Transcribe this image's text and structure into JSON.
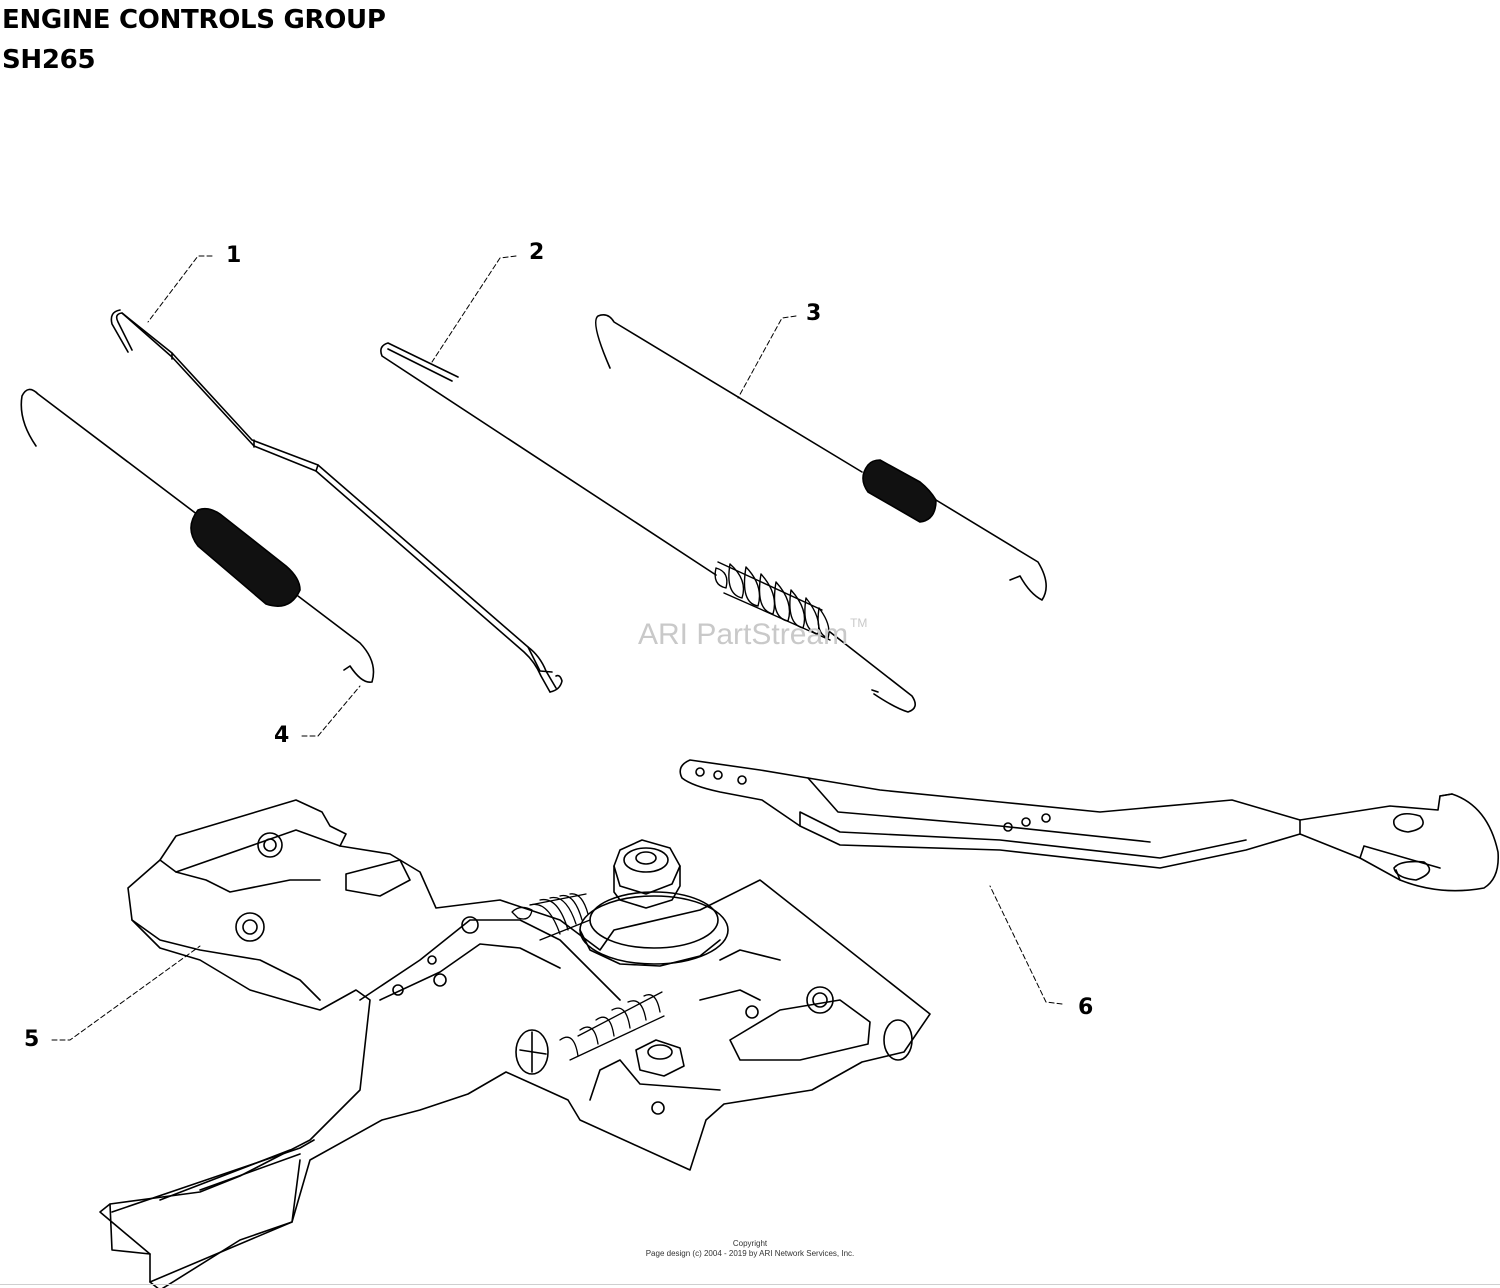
{
  "header": {
    "title": "ENGINE CONTROLS GROUP",
    "model": "SH265"
  },
  "callouts": [
    "1",
    "2",
    "3",
    "4",
    "5",
    "6"
  ],
  "watermark": {
    "text": "ARI PartStream",
    "mark": "TM"
  },
  "footer": {
    "line1": "Copyright",
    "line2": "Page design (c) 2004 - 2019 by ARI Network Services, Inc."
  }
}
